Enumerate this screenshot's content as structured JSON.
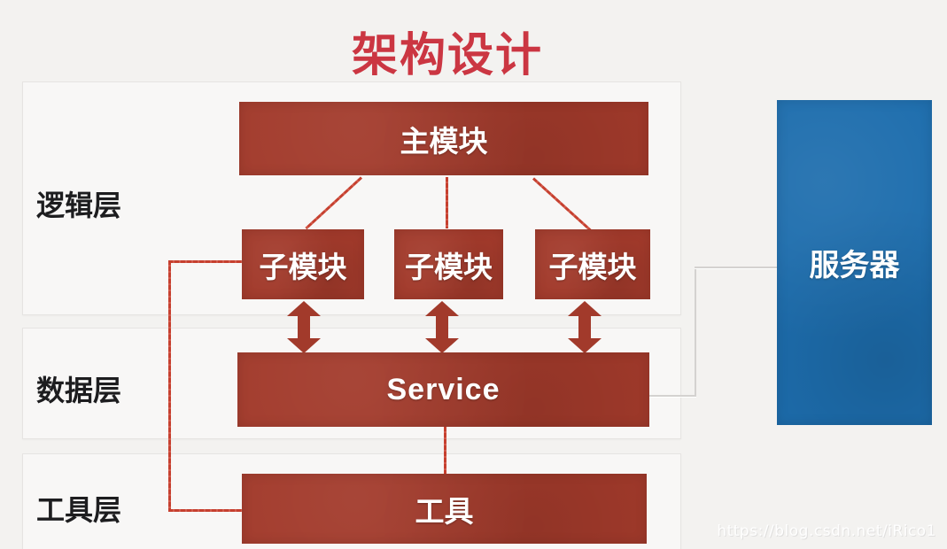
{
  "title": "架构设计",
  "layers": [
    {
      "label": "逻辑层"
    },
    {
      "label": "数据层"
    },
    {
      "label": "工具层"
    }
  ],
  "nodes": {
    "main_module": "主模块",
    "sub_module_1": "子模块",
    "sub_module_2": "子模块",
    "sub_module_3": "子模块",
    "service": "Service",
    "tool": "工具",
    "server": "服务器"
  },
  "edges": [
    {
      "from": "main_module",
      "to": "sub_module_1",
      "style": "red-line"
    },
    {
      "from": "main_module",
      "to": "sub_module_2",
      "style": "red-line"
    },
    {
      "from": "main_module",
      "to": "sub_module_3",
      "style": "red-line"
    },
    {
      "from": "sub_module_1",
      "to": "service",
      "style": "double-arrow"
    },
    {
      "from": "sub_module_2",
      "to": "service",
      "style": "double-arrow"
    },
    {
      "from": "sub_module_3",
      "to": "service",
      "style": "double-arrow"
    },
    {
      "from": "service",
      "to": "tool",
      "style": "red-line"
    },
    {
      "from": "sub_module_1",
      "to": "tool",
      "style": "red-elbow-line"
    },
    {
      "from": "service",
      "to": "server",
      "style": "gray-elbow-line"
    }
  ],
  "colors": {
    "title_red": "#cb3642",
    "module_red": "#a23a2b",
    "connector_red": "#c6402f",
    "server_blue": "#1d6dad",
    "connector_gray": "#d4d2d0",
    "layer_label_black": "#1d1d1f",
    "panel_bg": "#f8f7f6",
    "page_bg": "#f3f2f0"
  },
  "watermark": "https://blog.csdn.net/iRico1"
}
